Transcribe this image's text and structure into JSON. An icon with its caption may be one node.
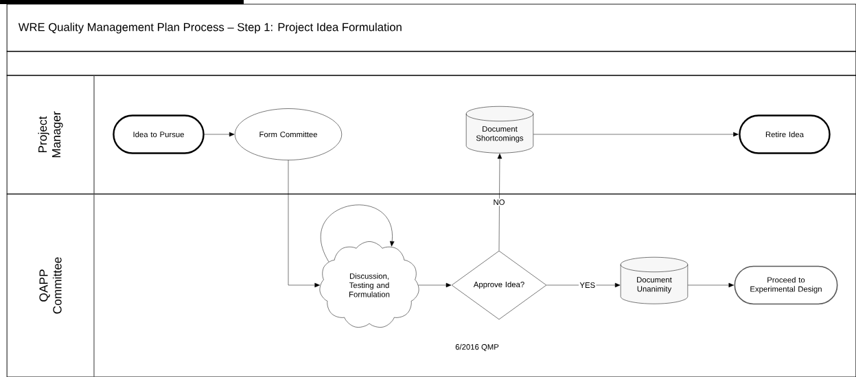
{
  "diagram": {
    "title": "WRE Quality Management Plan Process – Step 1: Project Idea Formulation",
    "nodes": [
      {
        "text": [
          "Project Manager"
        ]
      },
      {
        "text": [
          "QAPP Committee"
        ]
      },
      {
        "text": [
          "Idea to Pursue"
        ],
        "in": 0
      },
      {
        "text": [
          "Form Committee"
        ],
        "in": 0
      },
      {
        "text": [
          "Document Shortcomings"
        ],
        "in": 0
      },
      {
        "text": [
          "Retire Idea"
        ],
        "in": 0
      },
      {
        "text": [
          "Discussion, Testing and Formulation"
        ],
        "in": 1
      },
      {
        "text": [
          "Approve Idea?"
        ],
        "in": 1
      },
      {
        "text": [
          "Document Unanimity"
        ],
        "in": 1
      },
      {
        "text": [
          "Proceed to Experimental Design"
        ],
        "in": 1
      }
    ],
    "edges": [
      {
        "from": 2,
        "to": 3,
        "arrow": "to"
      },
      {
        "from": 3,
        "to": 6,
        "arrow": "to"
      },
      {
        "from": 6,
        "to": 6,
        "arrow": "to"
      },
      {
        "from": 6,
        "to": 7,
        "arrow": "to"
      },
      {
        "from": 7,
        "to": 4,
        "arrow": "to",
        "label": "NO"
      },
      {
        "from": 4,
        "to": 5,
        "arrow": "to"
      },
      {
        "from": 7,
        "to": 8,
        "arrow": "to",
        "label": "YES"
      },
      {
        "from": 8,
        "to": 9,
        "arrow": "to"
      }
    ],
    "labels": [
      "6/2016 QMP"
    ]
  }
}
